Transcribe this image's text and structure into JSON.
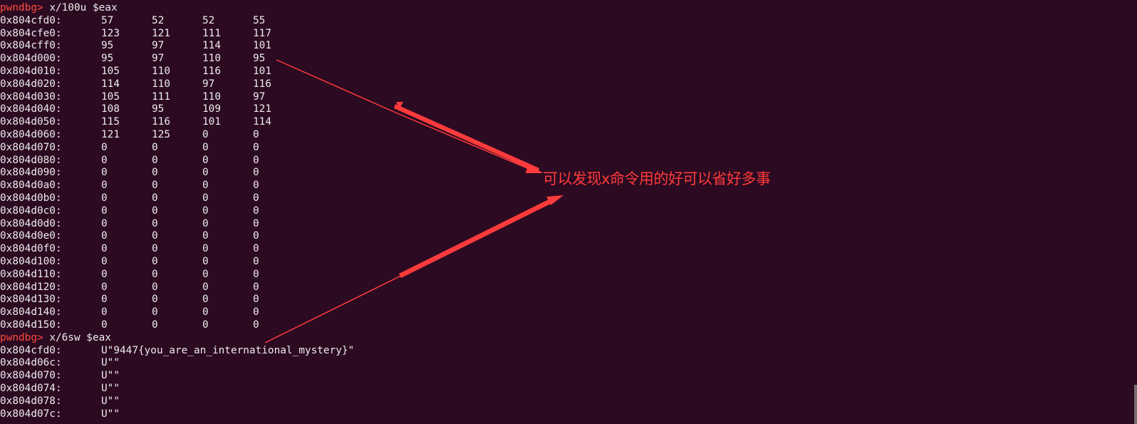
{
  "terminal": {
    "prompt": "pwndbg>",
    "command1": " x/100u $eax",
    "memory_rows": [
      {
        "addr": "0x804cfd0:",
        "vals": [
          "57",
          "52",
          "52",
          "55"
        ]
      },
      {
        "addr": "0x804cfe0:",
        "vals": [
          "123",
          "121",
          "111",
          "117"
        ]
      },
      {
        "addr": "0x804cff0:",
        "vals": [
          "95",
          "97",
          "114",
          "101"
        ]
      },
      {
        "addr": "0x804d000:",
        "vals": [
          "95",
          "97",
          "110",
          "95"
        ]
      },
      {
        "addr": "0x804d010:",
        "vals": [
          "105",
          "110",
          "116",
          "101"
        ]
      },
      {
        "addr": "0x804d020:",
        "vals": [
          "114",
          "110",
          "97",
          "116"
        ]
      },
      {
        "addr": "0x804d030:",
        "vals": [
          "105",
          "111",
          "110",
          "97"
        ]
      },
      {
        "addr": "0x804d040:",
        "vals": [
          "108",
          "95",
          "109",
          "121"
        ]
      },
      {
        "addr": "0x804d050:",
        "vals": [
          "115",
          "116",
          "101",
          "114"
        ]
      },
      {
        "addr": "0x804d060:",
        "vals": [
          "121",
          "125",
          "0",
          "0"
        ]
      },
      {
        "addr": "0x804d070:",
        "vals": [
          "0",
          "0",
          "0",
          "0"
        ]
      },
      {
        "addr": "0x804d080:",
        "vals": [
          "0",
          "0",
          "0",
          "0"
        ]
      },
      {
        "addr": "0x804d090:",
        "vals": [
          "0",
          "0",
          "0",
          "0"
        ]
      },
      {
        "addr": "0x804d0a0:",
        "vals": [
          "0",
          "0",
          "0",
          "0"
        ]
      },
      {
        "addr": "0x804d0b0:",
        "vals": [
          "0",
          "0",
          "0",
          "0"
        ]
      },
      {
        "addr": "0x804d0c0:",
        "vals": [
          "0",
          "0",
          "0",
          "0"
        ]
      },
      {
        "addr": "0x804d0d0:",
        "vals": [
          "0",
          "0",
          "0",
          "0"
        ]
      },
      {
        "addr": "0x804d0e0:",
        "vals": [
          "0",
          "0",
          "0",
          "0"
        ]
      },
      {
        "addr": "0x804d0f0:",
        "vals": [
          "0",
          "0",
          "0",
          "0"
        ]
      },
      {
        "addr": "0x804d100:",
        "vals": [
          "0",
          "0",
          "0",
          "0"
        ]
      },
      {
        "addr": "0x804d110:",
        "vals": [
          "0",
          "0",
          "0",
          "0"
        ]
      },
      {
        "addr": "0x804d120:",
        "vals": [
          "0",
          "0",
          "0",
          "0"
        ]
      },
      {
        "addr": "0x804d130:",
        "vals": [
          "0",
          "0",
          "0",
          "0"
        ]
      },
      {
        "addr": "0x804d140:",
        "vals": [
          "0",
          "0",
          "0",
          "0"
        ]
      },
      {
        "addr": "0x804d150:",
        "vals": [
          "0",
          "0",
          "0",
          "0"
        ]
      }
    ],
    "command2": " x/6sw $eax",
    "string_rows": [
      {
        "addr": "0x804cfd0:",
        "val": "U\"9447{you_are_an_international_mystery}\""
      },
      {
        "addr": "0x804d06c:",
        "val": "U\"\""
      },
      {
        "addr": "0x804d070:",
        "val": "U\"\""
      },
      {
        "addr": "0x804d074:",
        "val": "U\"\""
      },
      {
        "addr": "0x804d078:",
        "val": "U\"\""
      },
      {
        "addr": "0x804d07c:",
        "val": "U\"\""
      }
    ]
  },
  "annotation": {
    "text": "可以发现x命令用的好可以省好多事",
    "color": "#ff3b3b"
  },
  "colors": {
    "background": "#2c0a22",
    "prompt": "#ff4a3d",
    "text": "#ececec",
    "arrow": "#ff3b3b"
  }
}
